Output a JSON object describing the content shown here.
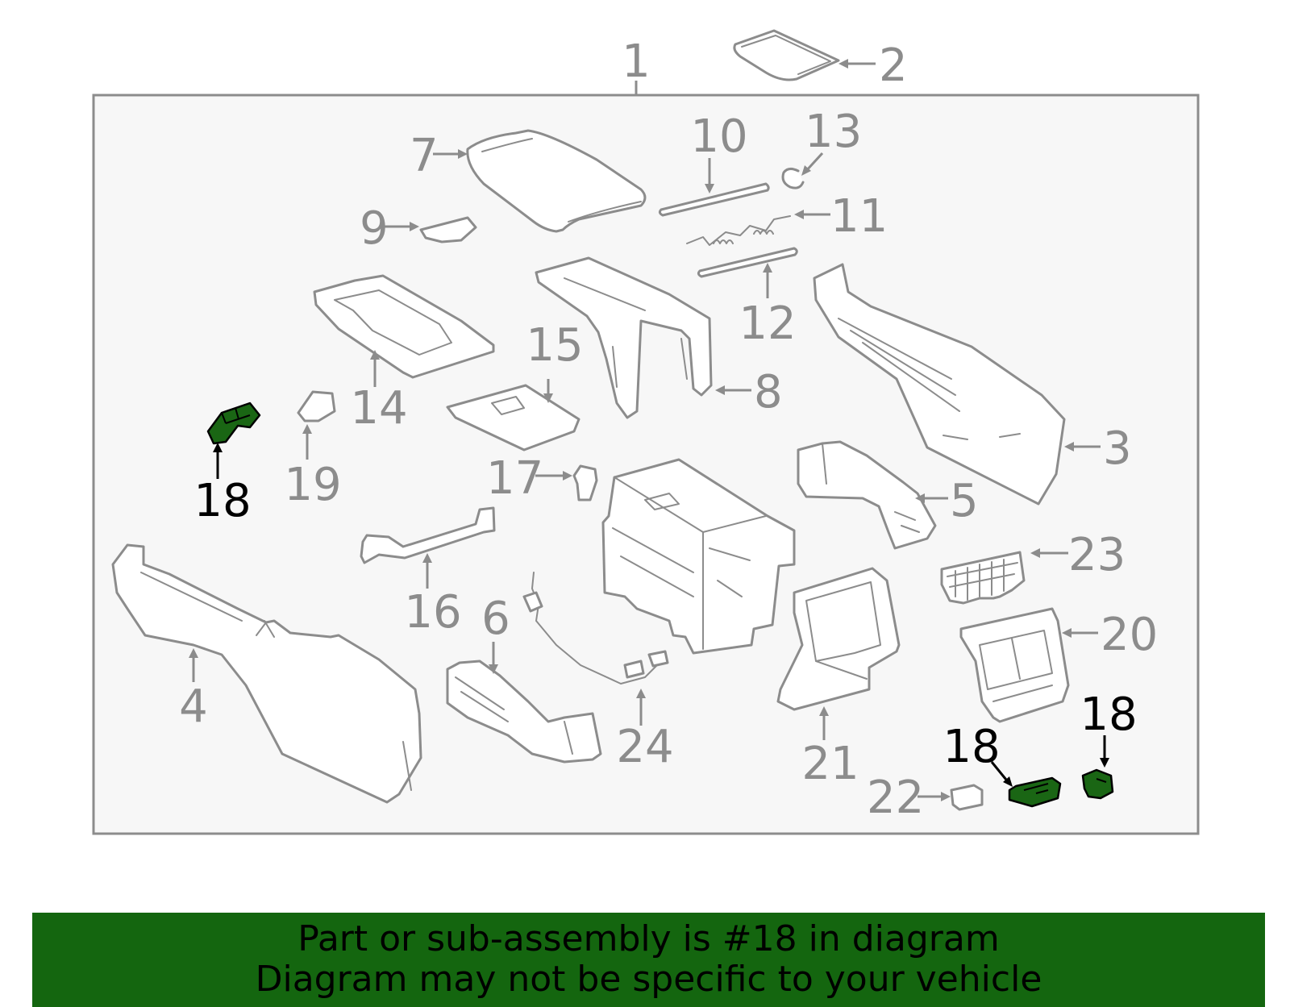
{
  "diagram": {
    "assembly_label": "1",
    "callouts": {
      "c2": "2",
      "c3": "3",
      "c4": "4",
      "c5": "5",
      "c6": "6",
      "c7": "7",
      "c8": "8",
      "c9": "9",
      "c10": "10",
      "c11": "11",
      "c12": "12",
      "c13": "13",
      "c14": "14",
      "c15": "15",
      "c16": "16",
      "c17": "17",
      "c18a": "18",
      "c18b": "18",
      "c18c": "18",
      "c19": "19",
      "c20": "20",
      "c21": "21",
      "c22": "22",
      "c23": "23",
      "c24": "24"
    },
    "highlighted_part": "18",
    "colors": {
      "highlight": "#1a6614",
      "banner": "#14660f",
      "part_stroke": "#8c8c8c",
      "frame_fill": "#f7f7f7"
    }
  },
  "banner": {
    "line1": "Part or sub-assembly is #18 in diagram",
    "line2": "Diagram may not be specific to your vehicle"
  }
}
